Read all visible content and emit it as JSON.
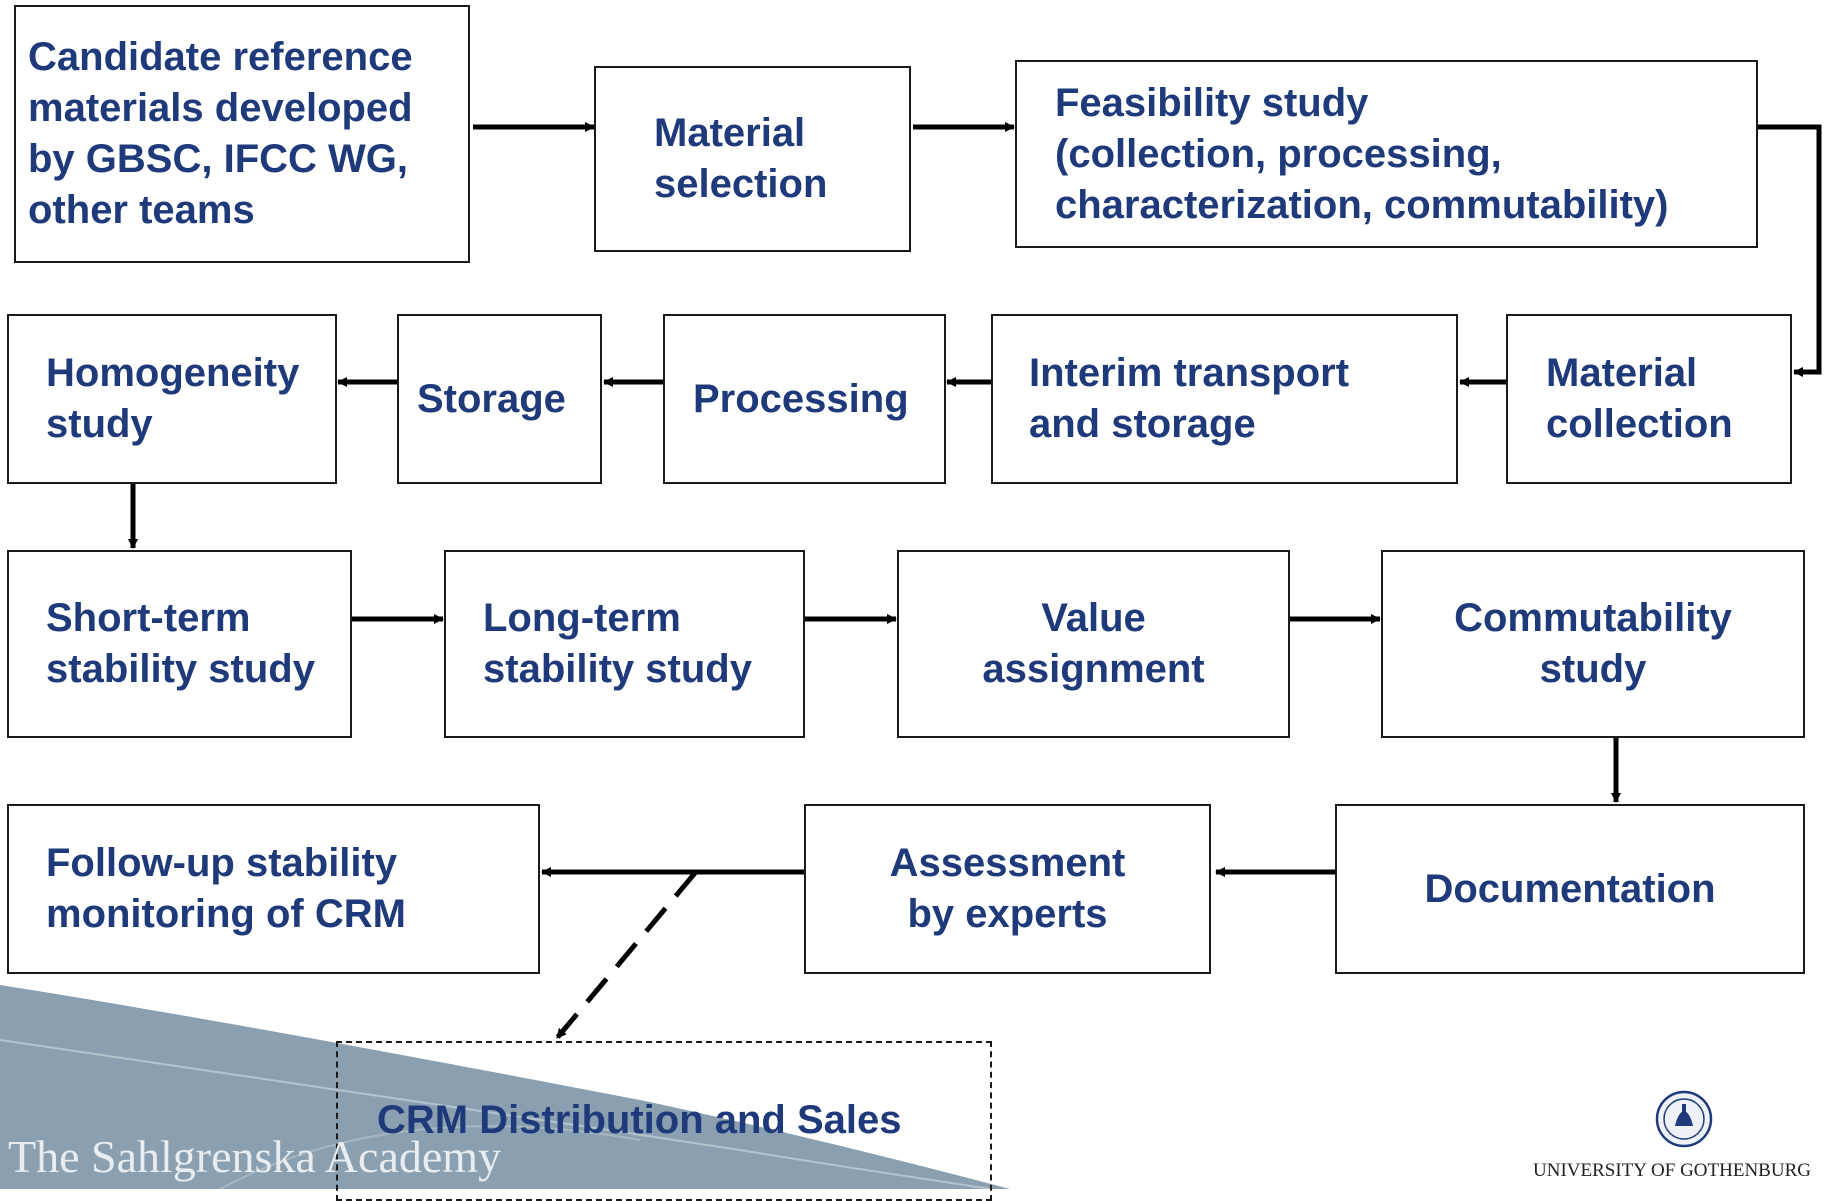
{
  "colors": {
    "text": "#1f3a7a",
    "border": "#1a1a1a",
    "footer_band": "#8aa0b0"
  },
  "nodes": {
    "candidate": "Candidate reference\nmaterials developed\nby GBSC, IFCC WG,\nother teams",
    "material_selection": "Material\nselection",
    "feasibility": "Feasibility study\n(collection, processing,\ncharacterization, commutability)",
    "material_collection": "Material\ncollection",
    "interim": "Interim transport\nand storage",
    "processing": "Processing",
    "storage": "Storage",
    "homogeneity": "Homogeneity\nstudy",
    "short_term": "Short-term\nstability study",
    "long_term": "Long-term\nstability study",
    "value_assignment": "Value\nassignment",
    "commutability": "Commutability\nstudy",
    "documentation": "Documentation",
    "assessment": "Assessment\nby experts",
    "follow_up": "Follow-up stability\nmonitoring of CRM",
    "distribution": "CRM Distribution and Sales"
  },
  "footer": {
    "left": "The Sahlgrenska Academy",
    "right": "UNIVERSITY OF GOTHENBURG",
    "seal_icon": "university-seal-icon"
  }
}
